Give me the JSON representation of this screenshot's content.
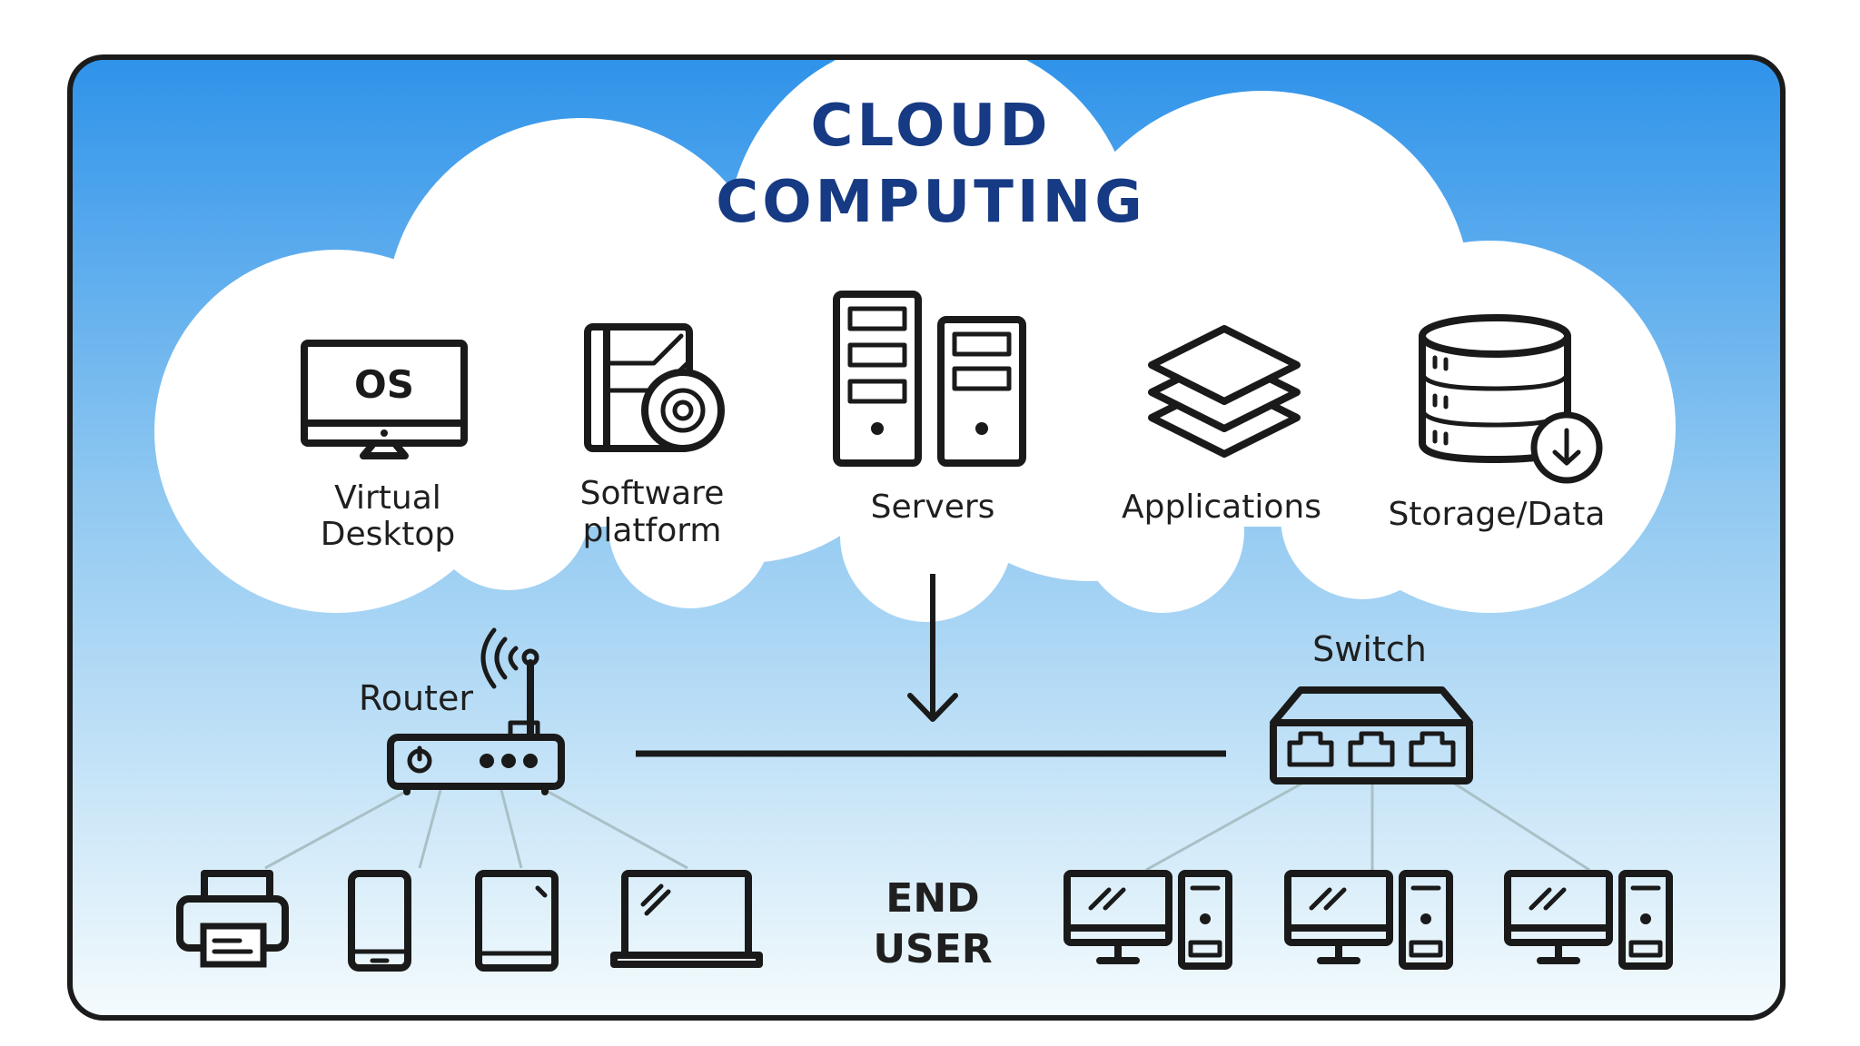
{
  "title": {
    "line1": "CLOUD",
    "line2": "COMPUTING"
  },
  "cloud_items": [
    {
      "label_lines": [
        "Virtual",
        "Desktop"
      ],
      "icon": "monitor-os-icon",
      "screen_text": "OS"
    },
    {
      "label_lines": [
        "Software",
        "platform"
      ],
      "icon": "software-box-icon"
    },
    {
      "label_lines": [
        "Servers"
      ],
      "icon": "servers-icon"
    },
    {
      "label_lines": [
        "Applications"
      ],
      "icon": "layers-icon"
    },
    {
      "label_lines": [
        "Storage/Data"
      ],
      "icon": "database-download-icon"
    }
  ],
  "network": {
    "router_label": "Router",
    "switch_label": "Switch"
  },
  "end_user": {
    "line1": "END",
    "line2": "USER"
  },
  "devices_left": [
    "printer-icon",
    "smartphone-icon",
    "tablet-icon",
    "laptop-icon"
  ],
  "devices_right": [
    "desktop-pc-icon",
    "desktop-pc-icon",
    "desktop-pc-icon"
  ],
  "colors": {
    "frame": "#1b1b1b",
    "sky_top": "#2f93ea",
    "sky_bottom": "#f4fbfd",
    "cloud": "#ffffff",
    "title": "#163a83"
  }
}
